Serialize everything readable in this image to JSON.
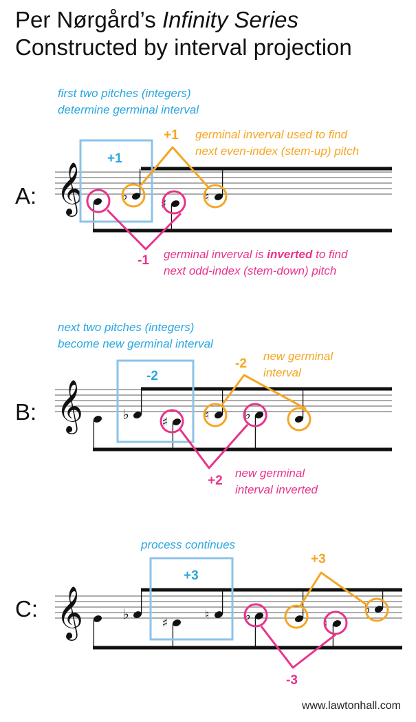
{
  "title": {
    "prefix": "Per Nørgård’s ",
    "italic": "Infinity Series",
    "line2": "Constructed by interval projection"
  },
  "section_a": {
    "label": "A:",
    "note_blue_1": "first two pitches (integers)",
    "note_blue_2": "determine germinal interval",
    "interval_blue": "+1",
    "interval_orange": "+1",
    "note_orange_1": "germinal inverval used to find",
    "note_orange_2": "next even-index (stem-up) pitch",
    "interval_pink": "-1",
    "note_pink_1_pre": "germinal inverval is ",
    "note_pink_1_bold": "inverted",
    "note_pink_1_post": " to find",
    "note_pink_2": "next odd-index (stem-down) pitch"
  },
  "section_b": {
    "label": "B:",
    "note_blue_1": "next two pitches (integers)",
    "note_blue_2": "become new germinal interval",
    "interval_blue": "-2",
    "interval_orange": "-2",
    "note_orange_1": "new germinal",
    "note_orange_2": "interval",
    "interval_pink": "+2",
    "note_pink_1": "new germinal",
    "note_pink_2": "interval inverted"
  },
  "section_c": {
    "label": "C:",
    "note_blue_1": "process continues",
    "interval_blue": "+3",
    "interval_orange": "+3",
    "interval_pink": "-3"
  },
  "footer": "www.lawtonhall.com",
  "colors": {
    "blue": "#2aa6e0",
    "orange": "#f5a623",
    "pink": "#e8348a",
    "box_blue": "#8cc3ea"
  }
}
